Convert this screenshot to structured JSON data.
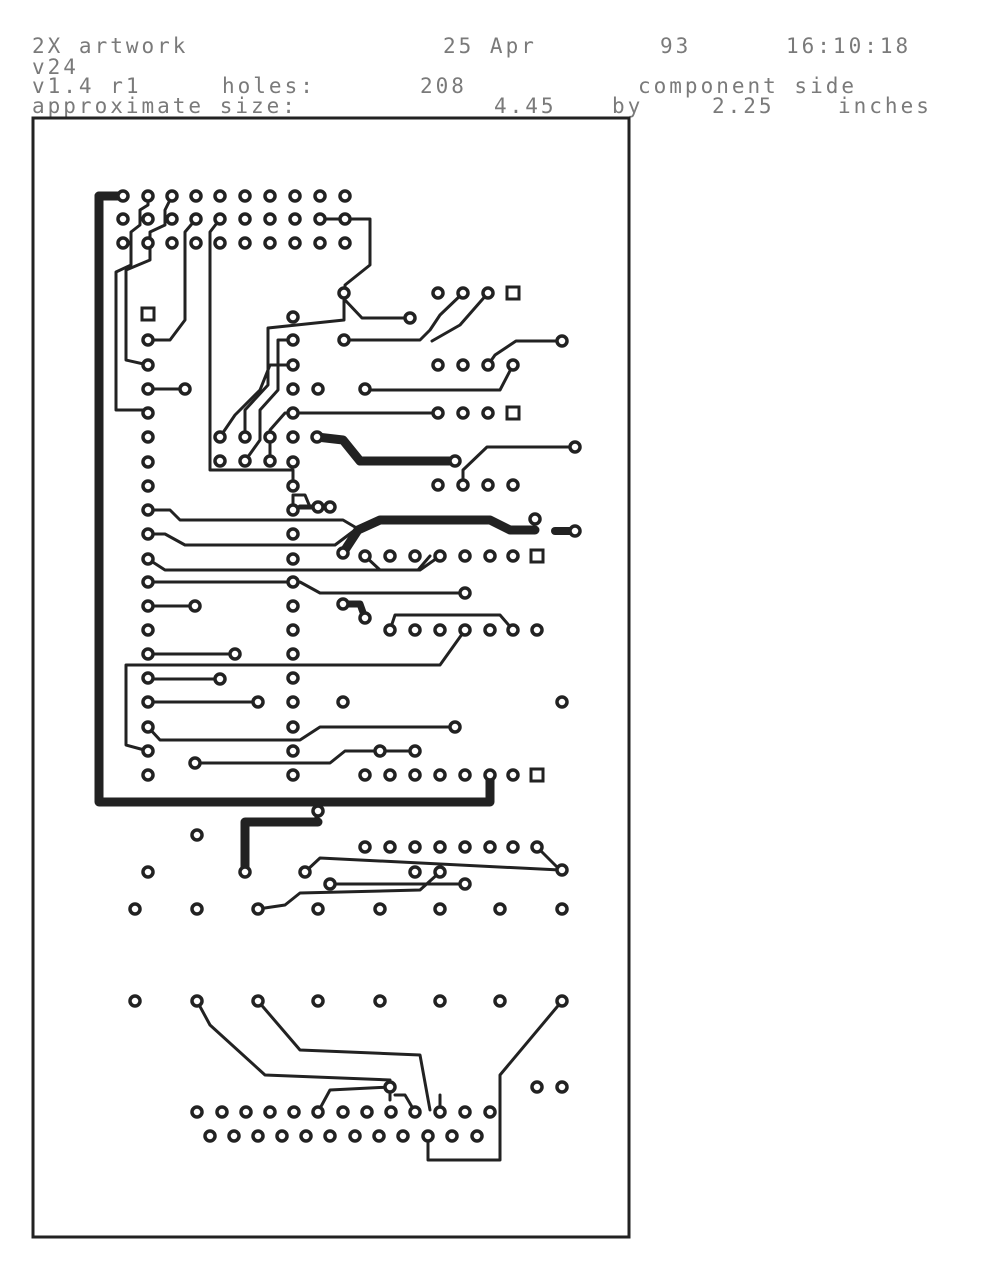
{
  "header": {
    "program": "2X artwork",
    "date": "25 Apr",
    "year": "93",
    "time": "16:10:18",
    "file": "v24",
    "version": "v1.4 r1",
    "holes_label": "holes:",
    "holes_count": "208",
    "side": "component side",
    "size_label": "approximate size:",
    "size_w": "4.45",
    "by_word": "by",
    "size_h": "2.25",
    "unit": "inches"
  },
  "colors": {
    "ink": "#222222",
    "header_text": "#7a7a7a",
    "paper": "#ffffff"
  }
}
